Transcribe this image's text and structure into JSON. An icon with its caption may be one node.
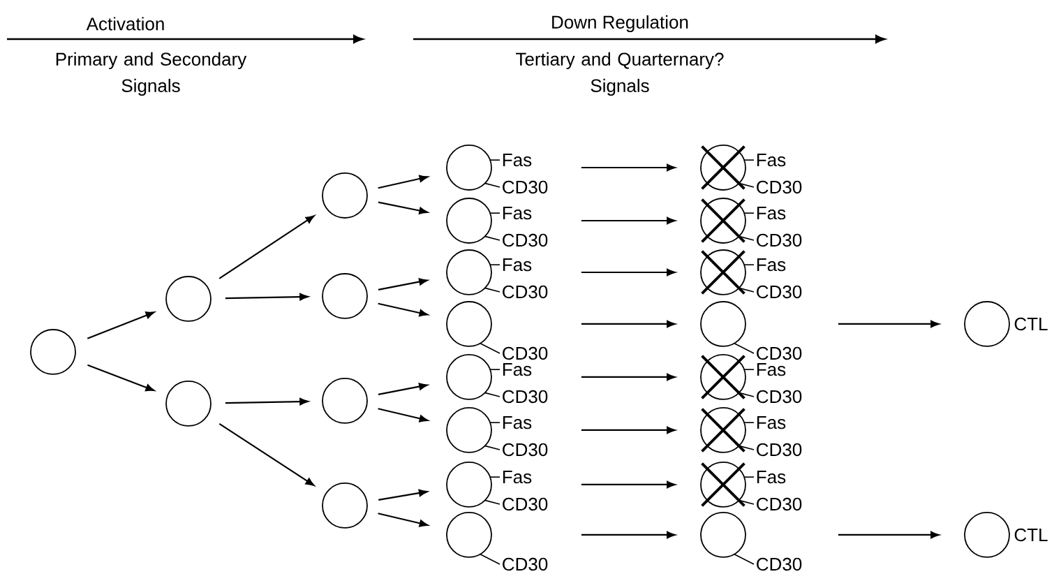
{
  "diagram": {
    "nodes": [
      {
        "text": [],
        "shape": "circle"
      },
      {
        "text": [],
        "shape": "circle"
      },
      {
        "text": [],
        "shape": "circle"
      },
      {
        "text": [],
        "shape": "circle"
      },
      {
        "text": [],
        "shape": "circle"
      },
      {
        "text": [],
        "shape": "circle"
      },
      {
        "text": [],
        "shape": "circle"
      },
      {
        "text": [],
        "shape": "circle",
        "beside": [
          "Fas",
          "CD30"
        ]
      },
      {
        "text": [],
        "shape": "circle",
        "beside": [
          "Fas",
          "CD30"
        ]
      },
      {
        "text": [],
        "shape": "circle",
        "beside": [
          "Fas",
          "CD30"
        ]
      },
      {
        "text": [],
        "shape": "circle",
        "beside": [
          "CD30"
        ]
      },
      {
        "text": [],
        "shape": "circle",
        "beside": [
          "Fas",
          "CD30"
        ]
      },
      {
        "text": [],
        "shape": "circle",
        "beside": [
          "Fas",
          "CD30"
        ]
      },
      {
        "text": [],
        "shape": "circle",
        "beside": [
          "Fas",
          "CD30"
        ]
      },
      {
        "text": [],
        "shape": "circle",
        "beside": [
          "CD30"
        ]
      },
      {
        "text": [],
        "shape": "crossed",
        "beside": [
          "Fas",
          "CD30"
        ]
      },
      {
        "text": [],
        "shape": "crossed",
        "beside": [
          "Fas",
          "CD30"
        ]
      },
      {
        "text": [],
        "shape": "crossed",
        "beside": [
          "Fas",
          "CD30"
        ]
      },
      {
        "text": [],
        "shape": "circle",
        "beside": [
          "CD30"
        ]
      },
      {
        "text": [],
        "shape": "crossed",
        "beside": [
          "Fas",
          "CD30"
        ]
      },
      {
        "text": [],
        "shape": "crossed",
        "beside": [
          "Fas",
          "CD30"
        ]
      },
      {
        "text": [],
        "shape": "crossed",
        "beside": [
          "Fas",
          "CD30"
        ]
      },
      {
        "text": [],
        "shape": "circle",
        "beside": [
          "CD30"
        ]
      },
      {
        "text": [],
        "shape": "circle",
        "beside": [
          "CTL"
        ]
      },
      {
        "text": [],
        "shape": "circle",
        "beside": [
          "CTL"
        ]
      }
    ],
    "edges": [
      {
        "from": 0,
        "to": 1,
        "arrow": "to"
      },
      {
        "from": 0,
        "to": 2,
        "arrow": "to"
      },
      {
        "from": 1,
        "to": 3,
        "arrow": "to"
      },
      {
        "from": 1,
        "to": 4,
        "arrow": "to"
      },
      {
        "from": 2,
        "to": 5,
        "arrow": "to"
      },
      {
        "from": 2,
        "to": 6,
        "arrow": "to"
      },
      {
        "from": 3,
        "to": 7,
        "arrow": "to"
      },
      {
        "from": 3,
        "to": 8,
        "arrow": "to"
      },
      {
        "from": 4,
        "to": 9,
        "arrow": "to"
      },
      {
        "from": 4,
        "to": 10,
        "arrow": "to"
      },
      {
        "from": 5,
        "to": 11,
        "arrow": "to"
      },
      {
        "from": 5,
        "to": 12,
        "arrow": "to"
      },
      {
        "from": 6,
        "to": 13,
        "arrow": "to"
      },
      {
        "from": 6,
        "to": 14,
        "arrow": "to"
      },
      {
        "from": 7,
        "to": 15,
        "arrow": "to"
      },
      {
        "from": 8,
        "to": 16,
        "arrow": "to"
      },
      {
        "from": 9,
        "to": 17,
        "arrow": "to"
      },
      {
        "from": 10,
        "to": 18,
        "arrow": "to"
      },
      {
        "from": 11,
        "to": 19,
        "arrow": "to"
      },
      {
        "from": 12,
        "to": 20,
        "arrow": "to"
      },
      {
        "from": 13,
        "to": 21,
        "arrow": "to"
      },
      {
        "from": 14,
        "to": 22,
        "arrow": "to"
      },
      {
        "from": 18,
        "to": 23,
        "arrow": "to"
      },
      {
        "from": 22,
        "to": 24,
        "arrow": "to"
      }
    ],
    "labels": [
      "Activation",
      "Primary and Secondary Signals",
      "Down Regulation",
      "Tertiary and Quarternary? Signals"
    ]
  }
}
